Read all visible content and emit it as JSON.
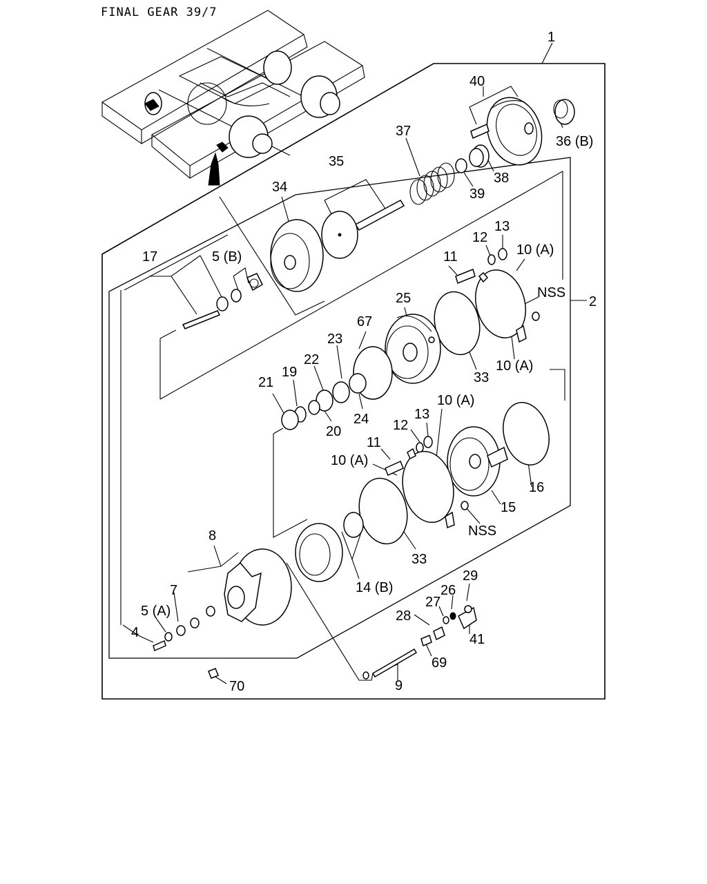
{
  "title": "FINAL GEAR 39/7",
  "callouts": [
    {
      "id": "c1",
      "label": "1"
    },
    {
      "id": "c2",
      "label": "2"
    },
    {
      "id": "c40",
      "label": "40"
    },
    {
      "id": "c36b",
      "label": "36 (B)"
    },
    {
      "id": "c37",
      "label": "37"
    },
    {
      "id": "c38",
      "label": "38"
    },
    {
      "id": "c39",
      "label": "39"
    },
    {
      "id": "c35",
      "label": "35"
    },
    {
      "id": "c34",
      "label": "34"
    },
    {
      "id": "c17",
      "label": "17"
    },
    {
      "id": "c5b",
      "label": "5 (B)"
    },
    {
      "id": "c11a",
      "label": "11"
    },
    {
      "id": "c12a",
      "label": "12"
    },
    {
      "id": "c13a",
      "label": "13"
    },
    {
      "id": "c10a1",
      "label": "10 (A)"
    },
    {
      "id": "cnss1",
      "label": "NSS"
    },
    {
      "id": "c25",
      "label": "25"
    },
    {
      "id": "c67",
      "label": "67"
    },
    {
      "id": "c23",
      "label": "23"
    },
    {
      "id": "c22",
      "label": "22"
    },
    {
      "id": "c19",
      "label": "19"
    },
    {
      "id": "c21",
      "label": "21"
    },
    {
      "id": "c33a",
      "label": "33"
    },
    {
      "id": "c10a2",
      "label": "10 (A)"
    },
    {
      "id": "c24",
      "label": "24"
    },
    {
      "id": "c20",
      "label": "20"
    },
    {
      "id": "c10a3",
      "label": "10 (A)"
    },
    {
      "id": "c13b",
      "label": "13"
    },
    {
      "id": "c12b",
      "label": "12"
    },
    {
      "id": "c11b",
      "label": "11"
    },
    {
      "id": "c10a4",
      "label": "10 (A)"
    },
    {
      "id": "c16",
      "label": "16"
    },
    {
      "id": "c15",
      "label": "15"
    },
    {
      "id": "cnss2",
      "label": "NSS"
    },
    {
      "id": "c33b",
      "label": "33"
    },
    {
      "id": "c8",
      "label": "8"
    },
    {
      "id": "c14b",
      "label": "14 (B)"
    },
    {
      "id": "c7",
      "label": "7"
    },
    {
      "id": "c5a",
      "label": "5 (A)"
    },
    {
      "id": "c4",
      "label": "4"
    },
    {
      "id": "c29",
      "label": "29"
    },
    {
      "id": "c26",
      "label": "26"
    },
    {
      "id": "c27",
      "label": "27"
    },
    {
      "id": "c28",
      "label": "28"
    },
    {
      "id": "c41",
      "label": "41"
    },
    {
      "id": "c69",
      "label": "69"
    },
    {
      "id": "c70",
      "label": "70"
    },
    {
      "id": "c9",
      "label": "9"
    }
  ]
}
